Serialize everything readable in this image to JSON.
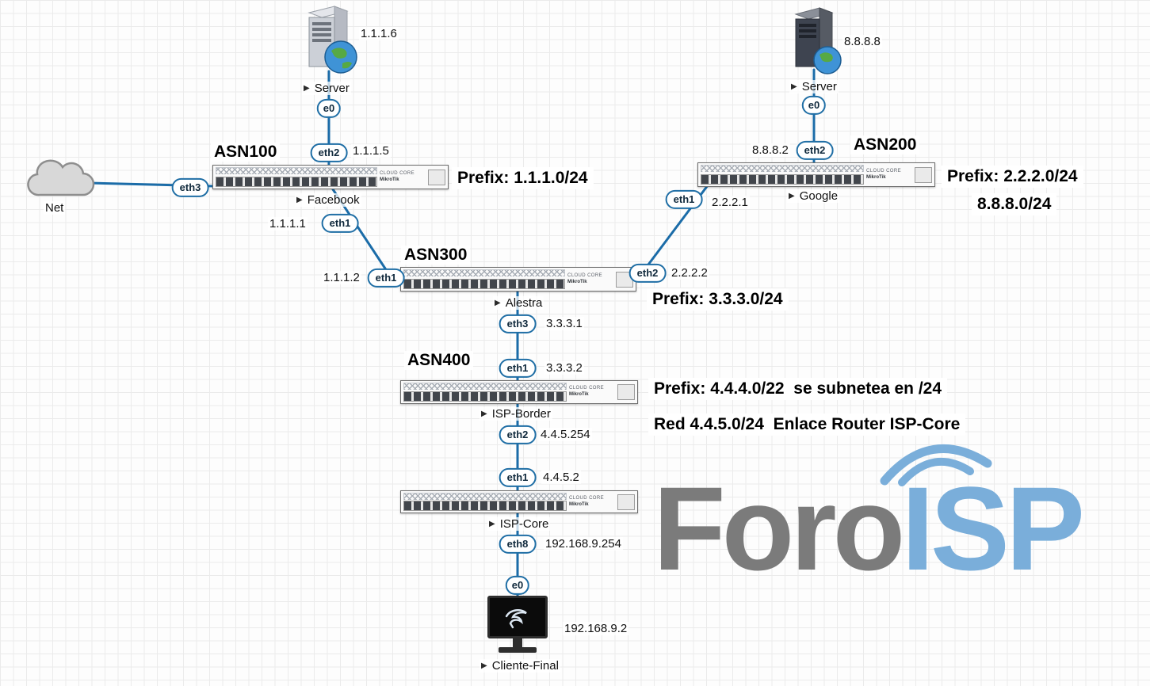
{
  "router_brand": {
    "line1": "CLOUD CORE",
    "line2": "MikroTik"
  },
  "cloud": {
    "name": "Net",
    "eth3": "eth3"
  },
  "server_facebook": {
    "name": "Server",
    "ip": "1.1.1.6",
    "e0": "e0"
  },
  "server_google": {
    "name": "Server",
    "ip": "8.8.8.8",
    "e0": "e0"
  },
  "asn100": {
    "title": "ASN100",
    "name": "Facebook",
    "prefix": "Prefix: 1.1.1.0/24",
    "eth2": "eth2",
    "eth2_ip": "1.1.1.5",
    "eth1": "eth1",
    "eth1_ip": "1.1.1.1"
  },
  "asn200": {
    "title": "ASN200",
    "name": "Google",
    "prefix_line1": "Prefix: 2.2.2.0/24",
    "prefix_line2": "8.8.8.0/24",
    "eth2": "eth2",
    "eth2_ip": "8.8.8.2",
    "eth1": "eth1",
    "eth1_ip": "2.2.2.1"
  },
  "asn300": {
    "title": "ASN300",
    "name": "Alestra",
    "prefix": "Prefix: 3.3.3.0/24",
    "eth1": "eth1",
    "eth1_ip": "1.1.1.2",
    "eth2": "eth2",
    "eth2_ip": "2.2.2.2",
    "eth3": "eth3",
    "eth3_ip": "3.3.3.1"
  },
  "asn400": {
    "title": "ASN400",
    "name": "ISP-Border",
    "prefix_line1": "Prefix: 4.4.4.0/22  se subnetea en /24",
    "prefix_line2": "Red 4.4.5.0/24  Enlace Router ISP-Core",
    "eth1": "eth1",
    "eth1_ip": "3.3.3.2",
    "eth2": "eth2",
    "eth2_ip": "4.4.5.254"
  },
  "ispcore": {
    "name": "ISP-Core",
    "eth1": "eth1",
    "eth1_ip": "4.4.5.2",
    "eth8": "eth8",
    "eth8_ip": "192.168.9.254"
  },
  "client": {
    "name": "Cliente-Final",
    "ip": "192.168.9.2",
    "e0": "e0"
  },
  "watermark": {
    "gray": "Foro",
    "blue": "ISP"
  }
}
